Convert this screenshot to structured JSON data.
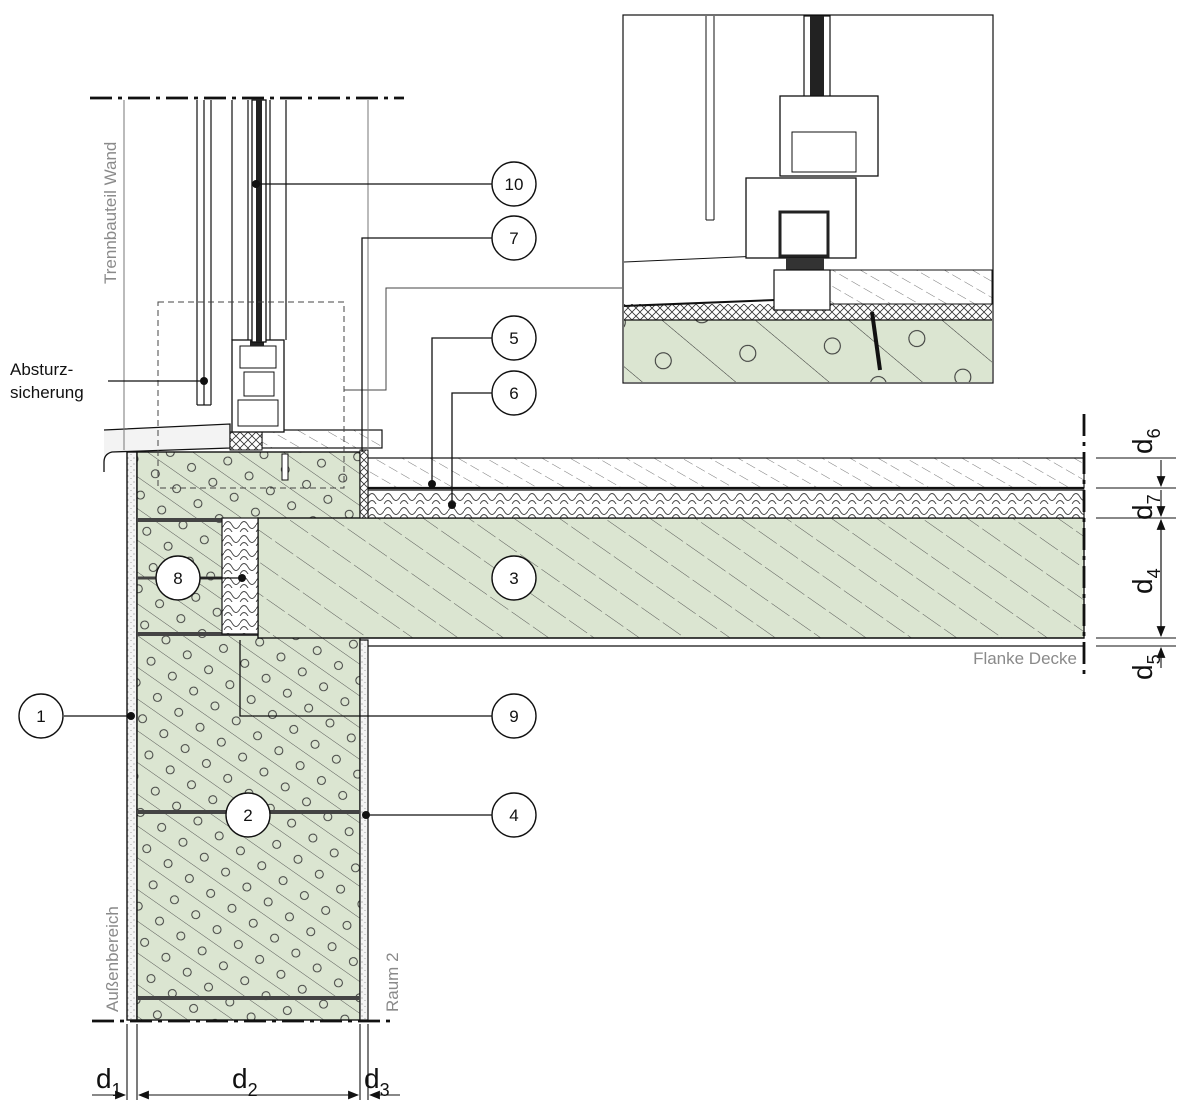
{
  "labels": {
    "trennbauteil_wand": "Trennbauteil Wand",
    "absturz_line1": "Absturz-",
    "absturz_line2": "sicherung",
    "flanke_decke": "Flanke Decke",
    "aussenbereich": "Außenbereich",
    "raum2": "Raum 2"
  },
  "callouts": [
    "1",
    "2",
    "3",
    "4",
    "5",
    "6",
    "7",
    "8",
    "9",
    "10"
  ],
  "dimensions": {
    "d1": {
      "base": "d",
      "sub": "1"
    },
    "d2": {
      "base": "d",
      "sub": "2"
    },
    "d3": {
      "base": "d",
      "sub": "3"
    },
    "d4": {
      "base": "d",
      "sub": "4"
    },
    "d5": {
      "base": "d",
      "sub": "5"
    },
    "d6": {
      "base": "d",
      "sub": "6"
    },
    "d7": {
      "base": "d",
      "sub": "7"
    }
  },
  "colors": {
    "concrete": "#dbe5d1",
    "concrete_hatch": "#4a4a4a",
    "insulation": "#ffffff",
    "plaster": "#f4f4f4",
    "line": "#111111",
    "label_grey": "#8a8a8a"
  }
}
